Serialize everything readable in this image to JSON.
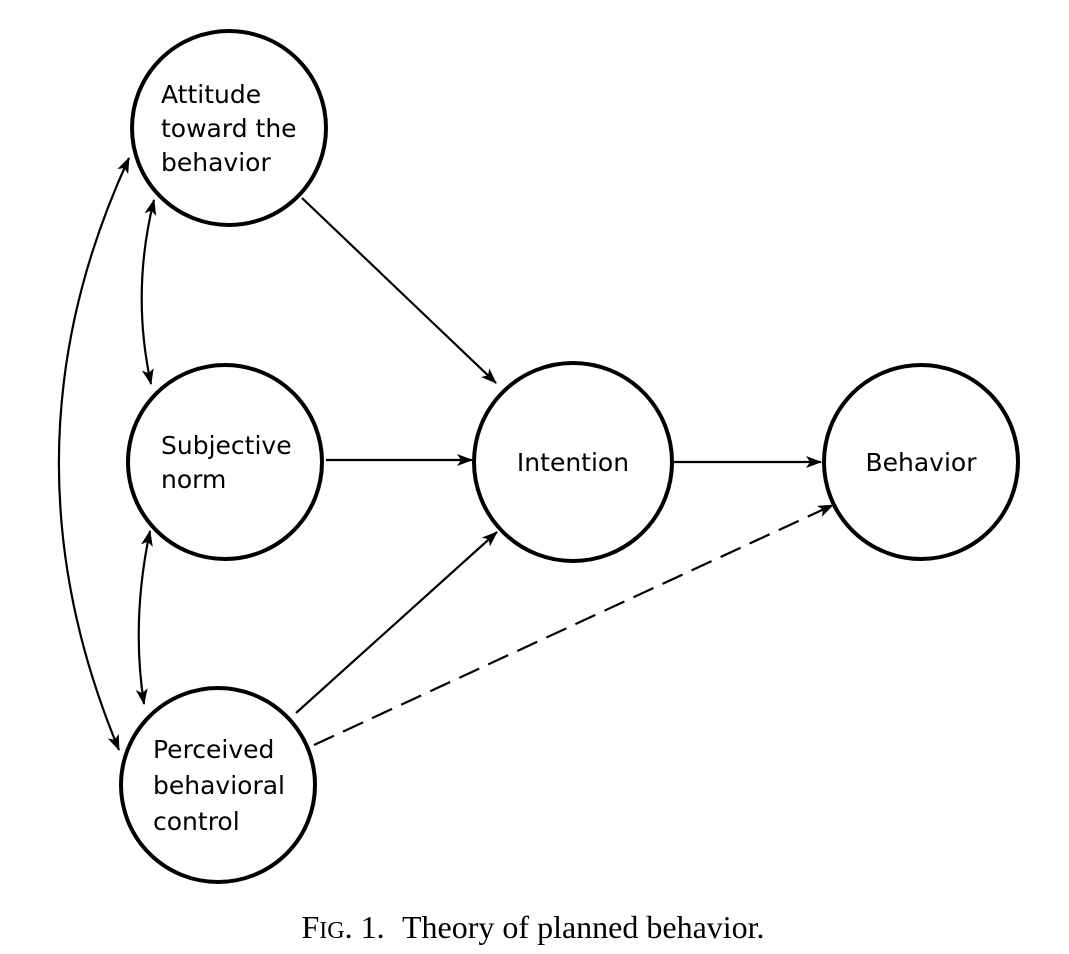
{
  "diagram": {
    "nodes": [
      {
        "id": "attitude",
        "lines": [
          "Attitude",
          "toward the",
          "behavior"
        ]
      },
      {
        "id": "norm",
        "lines": [
          "Subjective",
          "norm"
        ]
      },
      {
        "id": "control",
        "lines": [
          "Perceived",
          "behavioral",
          "control"
        ]
      },
      {
        "id": "intention",
        "lines": [
          "Intention"
        ]
      },
      {
        "id": "behavior",
        "lines": [
          "Behavior"
        ]
      }
    ],
    "edges": [
      {
        "from": "attitude",
        "to": "intention",
        "style": "solid",
        "direction": "forward"
      },
      {
        "from": "norm",
        "to": "intention",
        "style": "solid",
        "direction": "forward"
      },
      {
        "from": "control",
        "to": "intention",
        "style": "solid",
        "direction": "forward"
      },
      {
        "from": "intention",
        "to": "behavior",
        "style": "solid",
        "direction": "forward"
      },
      {
        "from": "control",
        "to": "behavior",
        "style": "dashed",
        "direction": "forward"
      },
      {
        "from": "attitude",
        "to": "norm",
        "style": "solid",
        "direction": "both"
      },
      {
        "from": "norm",
        "to": "control",
        "style": "solid",
        "direction": "both"
      },
      {
        "from": "attitude",
        "to": "control",
        "style": "solid",
        "direction": "both"
      }
    ]
  },
  "caption": {
    "fig_prefix_initial": "F",
    "fig_prefix_rest": "IG",
    "fig_number": ". 1.",
    "text": "Theory of planned behavior."
  }
}
